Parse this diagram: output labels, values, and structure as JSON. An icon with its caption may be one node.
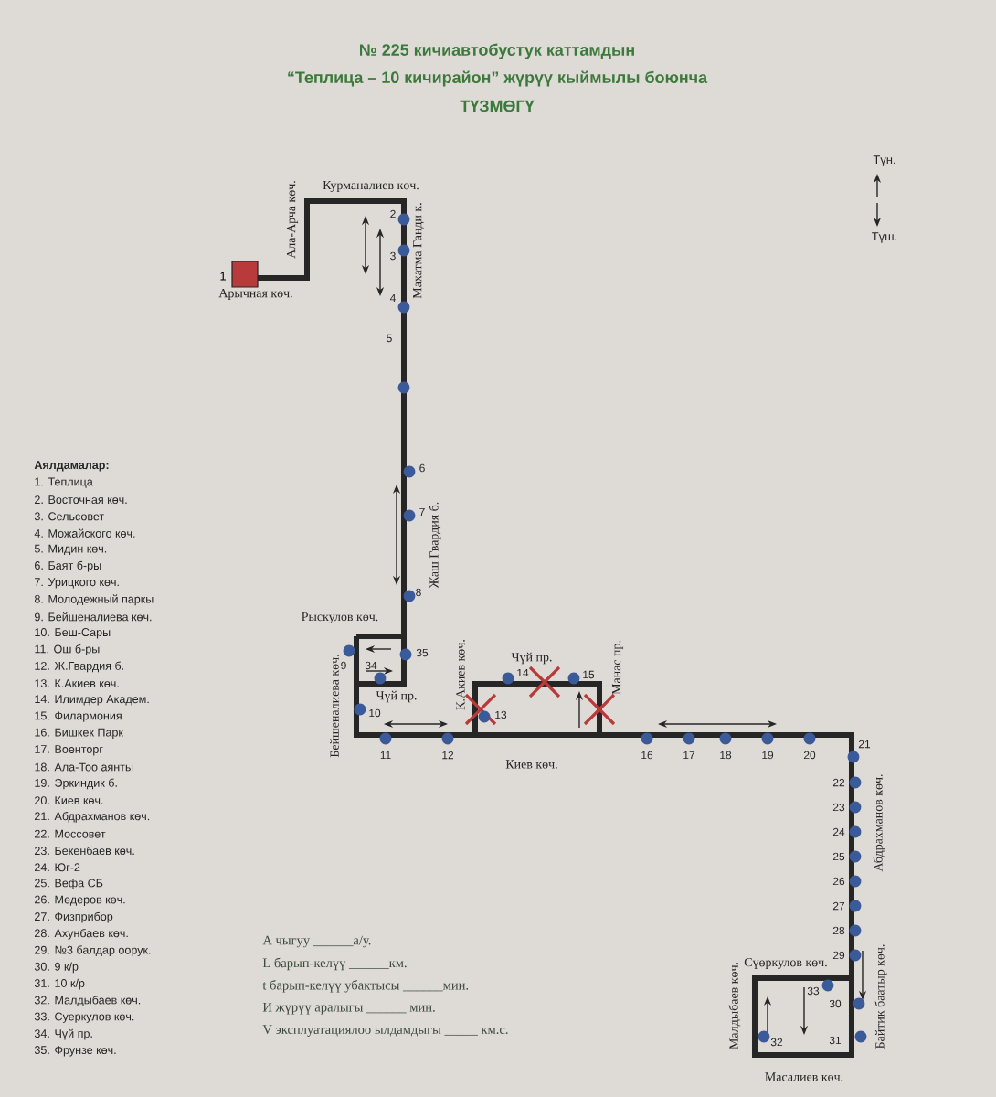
{
  "diagram": {
    "title": "№ 225 кичиавтобустук каттамдын",
    "nodes": [
      {
        "text": [],
        "shape": "box",
        "beside": [
          "1"
        ]
      }
    ],
    "labels": [
      "“Теплица – 10 кичирайон” жүрүү кыймылы боюнча",
      "ТҮЗМӨГҮ",
      "Түн.",
      "Түш.",
      "Ала-Арча көч.",
      "Курманалиев көч.",
      "Арычная көч.",
      "Махатма Ганди к.",
      "2",
      "3",
      "4",
      "5",
      "6",
      "7",
      "Жаш Гвардия б.",
      "8",
      "Рыскулов көч.",
      "9",
      "35",
      "34",
      "Бейшеналиева көч.",
      "Чүй пр.",
      "10",
      "К.Акиев көч.",
      "Чүй пр.",
      "14",
      "15",
      "Манас пр.",
      "13",
      "11",
      "12",
      "16",
      "17",
      "18",
      "19",
      "20",
      "21",
      "Киев көч.",
      "22",
      "23",
      "24",
      "25",
      "26",
      "27",
      "28",
      "29",
      "Абдрахманов көч.",
      "Малдыбаев көч.",
      "Сүөркулов көч.",
      "33",
      "30",
      "Байтик баатыр көч.",
      "32",
      "31",
      "Масалиев көч.",
      "Аялдамалар:",
      "1. Теплица",
      "2. Восточная көч.",
      "3. Сельсовет",
      "4. Можайского көч.",
      "5. Мидин көч.",
      "6. Баят б-ры",
      "7. Урицкого көч.",
      "8. Молодежный паркы",
      "9. Бейшеналиева көч.",
      "10. Беш-Сары",
      "11. Ош б-ры",
      "12. Ж.Гвардия б.",
      "13. К.Акиев көч.",
      "14. Илимдер Академ.",
      "15. Филармония",
      "16. Бишкек Парк",
      "17. Военторг",
      "18. Ала-Тоо аянты",
      "19. Эркиндик б.",
      "20. Киев көч.",
      "21. Абдрахманов көч.",
      "22. Моссовет",
      "23. Бекенбаев көч.",
      "24. Юг-2",
      "25. Вефа СБ",
      "26. Медеров көч.",
      "27. Физприбор",
      "28. Ахунбаев көч.",
      "29. №3 балдар оорук.",
      "30. 9 к/р",
      "31. 10 к/р",
      "32. Малдыбаев көч.",
      "33. Суеркулов көч.",
      "34. Чүй пр.",
      "35. Фрунзе көч.",
      "А чыгуу ______а/у.",
      "L барып-келүү ______км.",
      "t барып-келүү убактысы ______мин.",
      "И жүрүү аралыгы ______ мин.",
      "V эксплуатациялоо ылдамдыгы _____ км.с."
    ]
  }
}
